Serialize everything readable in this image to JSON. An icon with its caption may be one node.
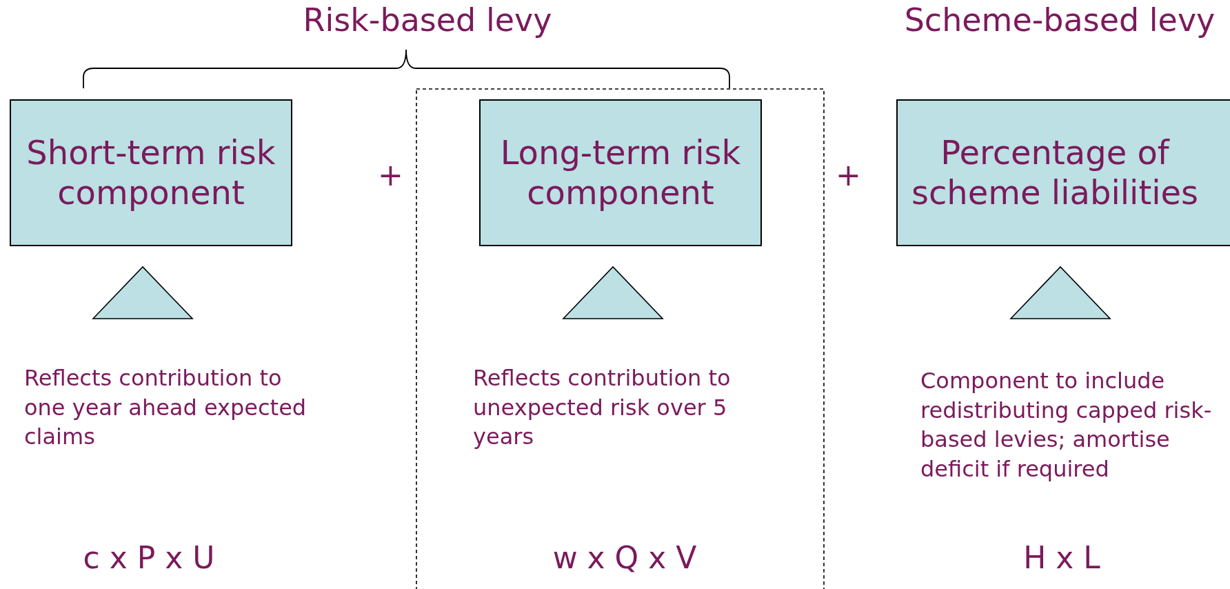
{
  "diagram": {
    "nodes": [
      {
        "text": [
          "Short-term risk component"
        ]
      },
      {
        "text": [
          "Long-term risk component"
        ]
      },
      {
        "text": [
          "Percentage of scheme liabilities"
        ]
      }
    ],
    "edges": [],
    "labels": [
      "Risk-based levy",
      "Scheme-based levy",
      "+",
      "+",
      "Reflects contribution to one year ahead expected claims",
      "Reflects contribution to unexpected risk over 5 years",
      "Component to include redistributing capped risk-based levies; amortise deficit if required",
      "c x P x U",
      "w x Q x V",
      "H x L"
    ]
  }
}
